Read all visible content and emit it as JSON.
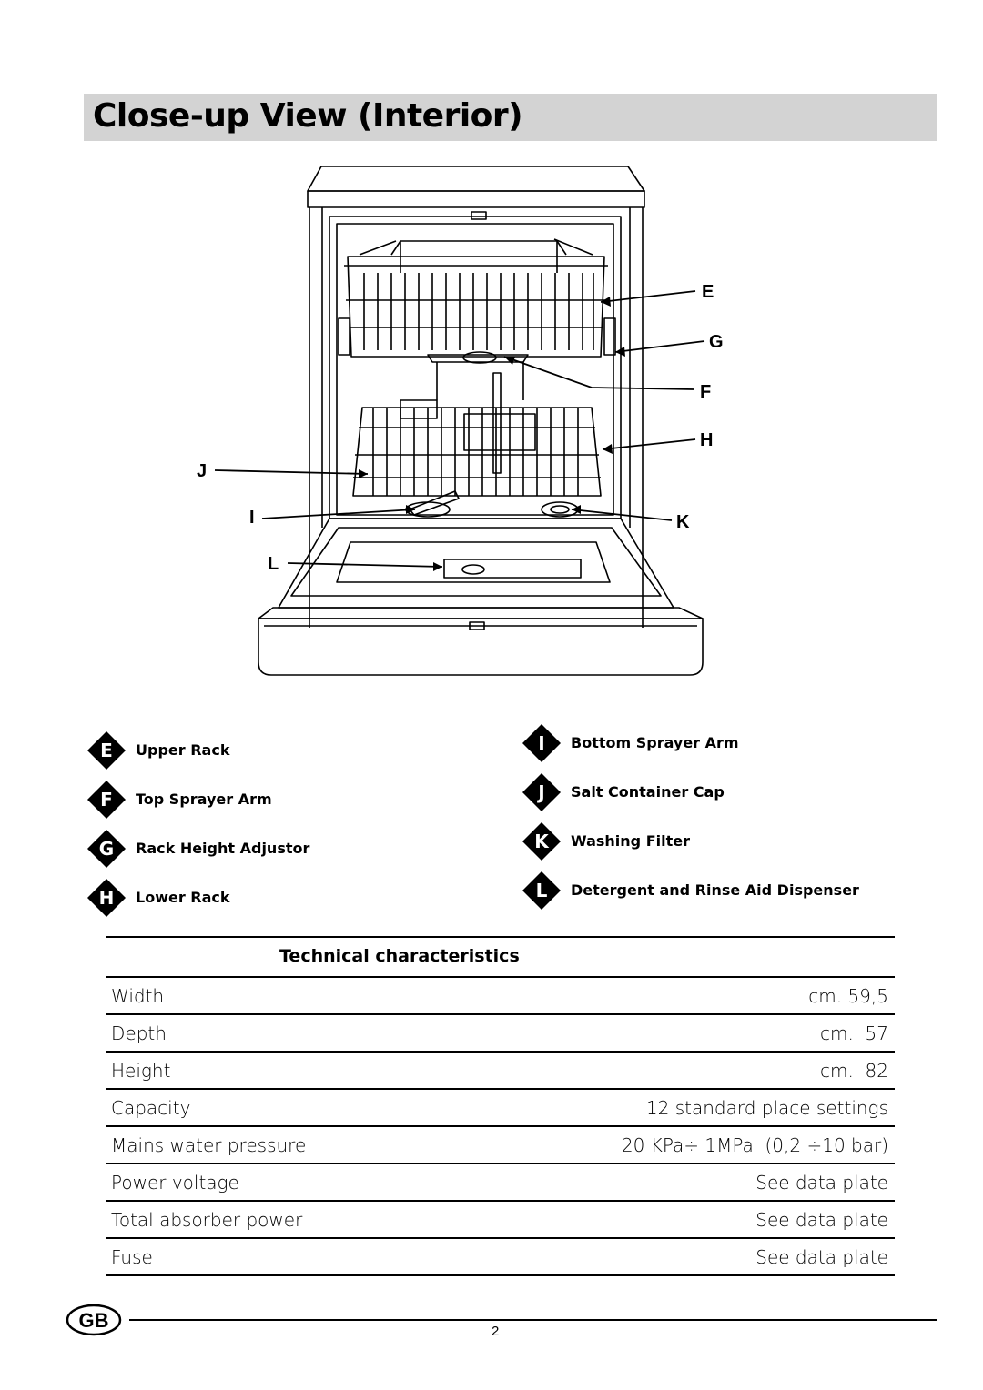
{
  "header": {
    "title": "Close-up View (Interior)"
  },
  "diagram": {
    "callouts": {
      "E": "E",
      "G": "G",
      "F": "F",
      "H": "H",
      "J": "J",
      "I": "I",
      "K": "K",
      "L": "L"
    }
  },
  "legend": {
    "left": [
      {
        "letter": "E",
        "label": "Upper Rack"
      },
      {
        "letter": "F",
        "label": "Top Sprayer Arm"
      },
      {
        "letter": "G",
        "label": "Rack Height Adjustor"
      },
      {
        "letter": "H",
        "label": "Lower Rack"
      }
    ],
    "right": [
      {
        "letter": "I",
        "label": "Bottom Sprayer Arm"
      },
      {
        "letter": "J",
        "label": "Salt Container Cap"
      },
      {
        "letter": "K",
        "label": "Washing Filter"
      },
      {
        "letter": "L",
        "label": "Detergent and Rinse Aid Dispenser"
      }
    ]
  },
  "tech": {
    "title": "Technical characteristics",
    "rows": [
      {
        "label": "Width",
        "value": "cm. 59,5"
      },
      {
        "label": "Depth",
        "value": "cm.  57"
      },
      {
        "label": "Height",
        "value": "cm.  82"
      },
      {
        "label": "Capacity",
        "value": "12 standard place settings"
      },
      {
        "label": "Mains water pressure",
        "value": "20 KPa÷ 1MPa  (0,2 ÷10 bar)"
      },
      {
        "label": "Power voltage",
        "value": "See data plate"
      },
      {
        "label": "Total absorber power",
        "value": "See data plate"
      },
      {
        "label": "Fuse",
        "value": "See data plate"
      }
    ]
  },
  "footer": {
    "badge": "GB",
    "page": "2"
  }
}
